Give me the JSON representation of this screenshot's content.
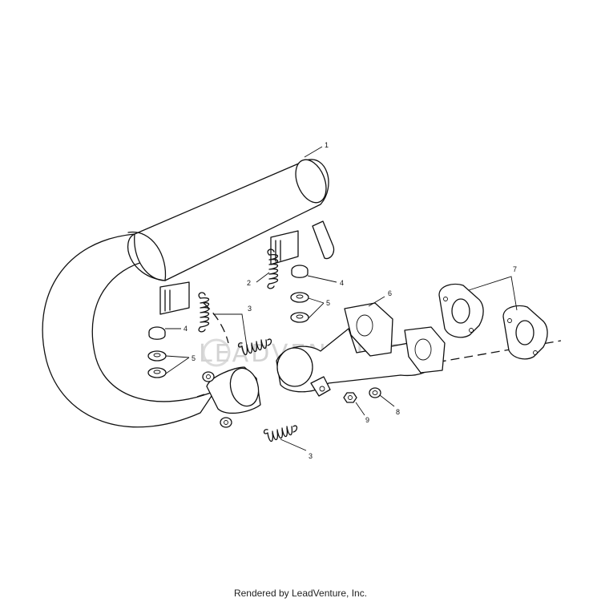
{
  "watermark": "LEADVENTURE",
  "footer": "Rendered by LeadVenture, Inc.",
  "callouts": {
    "c1": "1",
    "c2": "2",
    "c3a": "3",
    "c3b": "3",
    "c4a": "4",
    "c4b": "4",
    "c5a": "5",
    "c5b": "5",
    "c6": "6",
    "c7": "7",
    "c8": "8",
    "c9": "9"
  }
}
